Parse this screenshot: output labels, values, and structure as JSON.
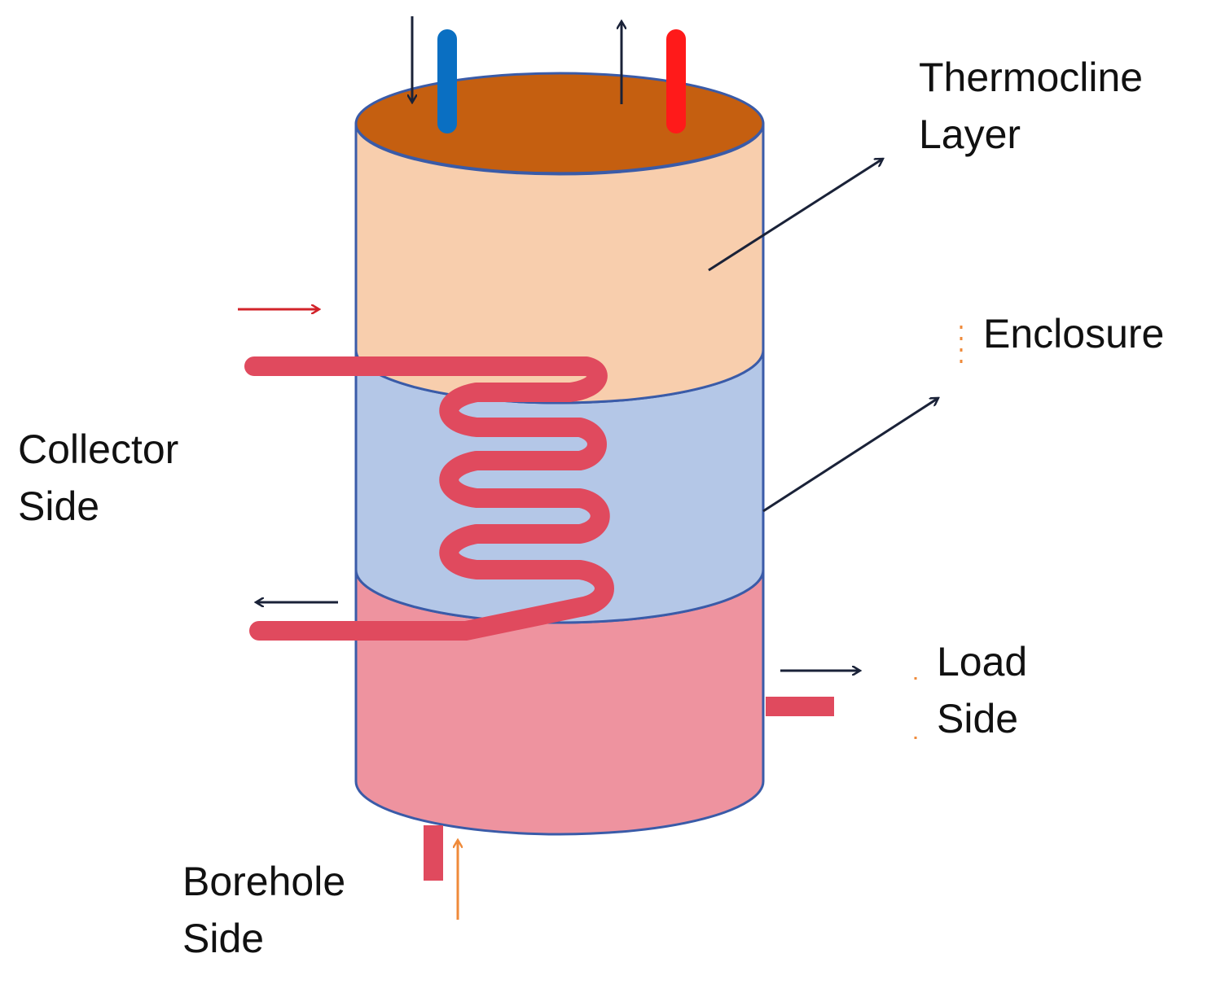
{
  "labels": {
    "thermocline": {
      "line1": "Thermocline",
      "line2": "Layer"
    },
    "enclosure": {
      "line1": "Enclosure"
    },
    "collector": {
      "line1": "Collector",
      "line2": "Side"
    },
    "load": {
      "line1": "Load",
      "line2": "Side"
    },
    "borehole": {
      "line1": "Borehole",
      "line2": "Side"
    }
  },
  "colors": {
    "tank_top": "#c55f10",
    "tank_top_section": "#f8cead",
    "tank_middle_section": "#b4c7e7",
    "tank_bottom_section": "#ee939f",
    "tank_outline": "#3a5ba8",
    "coil_pipe": "#e04a5e",
    "cold_inlet_pipe": "#0a6fc2",
    "hot_outlet_pipe": "#ff1a1a",
    "arrow_dark": "#1a2238",
    "arrow_collector_in": "#d2232a",
    "arrow_borehole": "#ef8a3a"
  }
}
